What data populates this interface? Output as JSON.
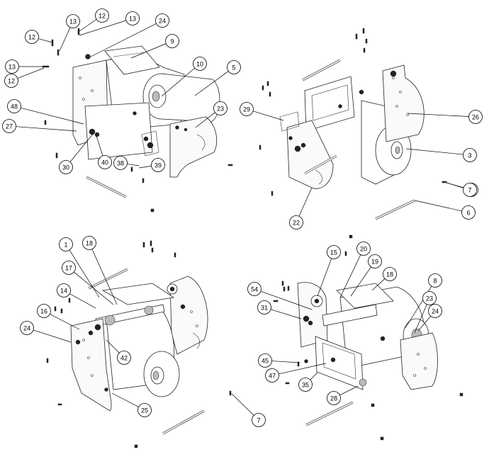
{
  "title": "",
  "callouts": [
    "1",
    "3",
    "5",
    "6",
    "7",
    "7",
    "7",
    "8",
    "9",
    "10",
    "12",
    "12",
    "12",
    "13",
    "13",
    "13",
    "14",
    "15",
    "16",
    "17",
    "18",
    "18",
    "19",
    "20",
    "22",
    "23",
    "23",
    "24",
    "24",
    "24",
    "25",
    "26",
    "27",
    "28",
    "29",
    "30",
    "31",
    "35",
    "38",
    "39",
    "40",
    "42",
    "45",
    "47",
    "48",
    "54"
  ]
}
